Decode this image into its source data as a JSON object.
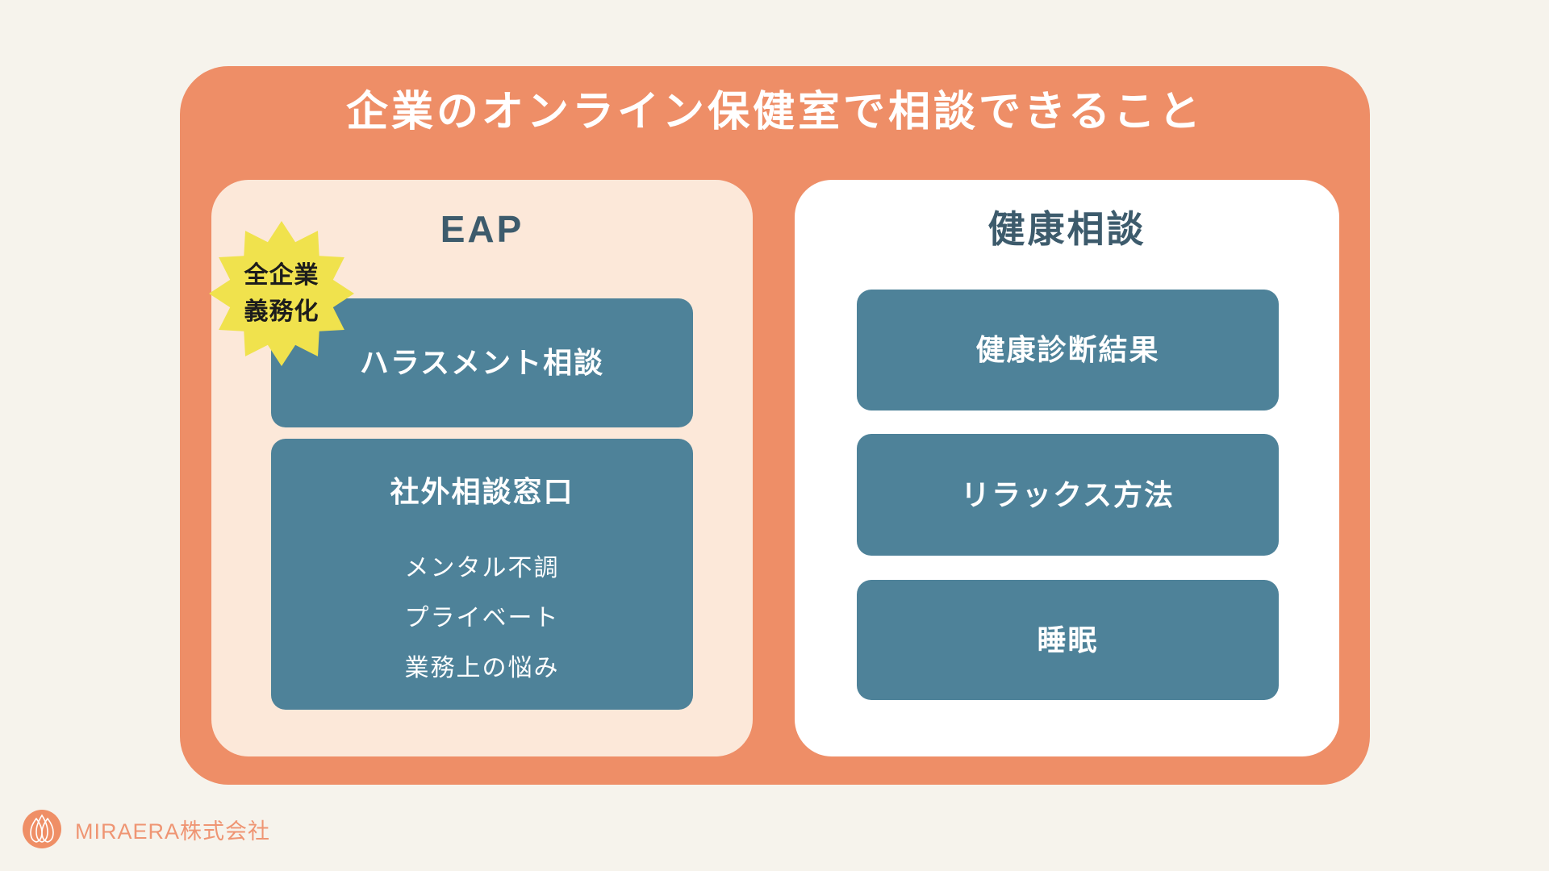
{
  "page": {
    "title": "企業のオンライン保健室で相談できること"
  },
  "sections": [
    {
      "heading": "EAP",
      "badge": {
        "line1": "全企業",
        "line2": "義務化"
      },
      "boxes": [
        {
          "title": "ハラスメント相談",
          "items": []
        },
        {
          "title": "社外相談窓口",
          "items": [
            "メンタル不調",
            "プライベート",
            "業務上の悩み"
          ]
        }
      ]
    },
    {
      "heading": "健康相談",
      "boxes": [
        {
          "title": "健康診断結果"
        },
        {
          "title": "リラックス方法"
        },
        {
          "title": "睡眠"
        }
      ]
    }
  ],
  "footer": {
    "company": "MIRAERA株式会社",
    "logo_icon": "petal-monogram-icon"
  },
  "colors": {
    "background": "#F6F3EC",
    "card": "#EE8E67",
    "panel_left": "#FCE8D9",
    "panel_right": "#FFFFFF",
    "box": "#4E8299",
    "box_text": "#FFFFFF",
    "heading_text": "#3D5B6C",
    "title_text": "#FFFFFF",
    "badge": "#F0E24D",
    "badge_text": "#1C1C1C",
    "logo": "#EF8F66",
    "company_text": "#EF9573"
  }
}
